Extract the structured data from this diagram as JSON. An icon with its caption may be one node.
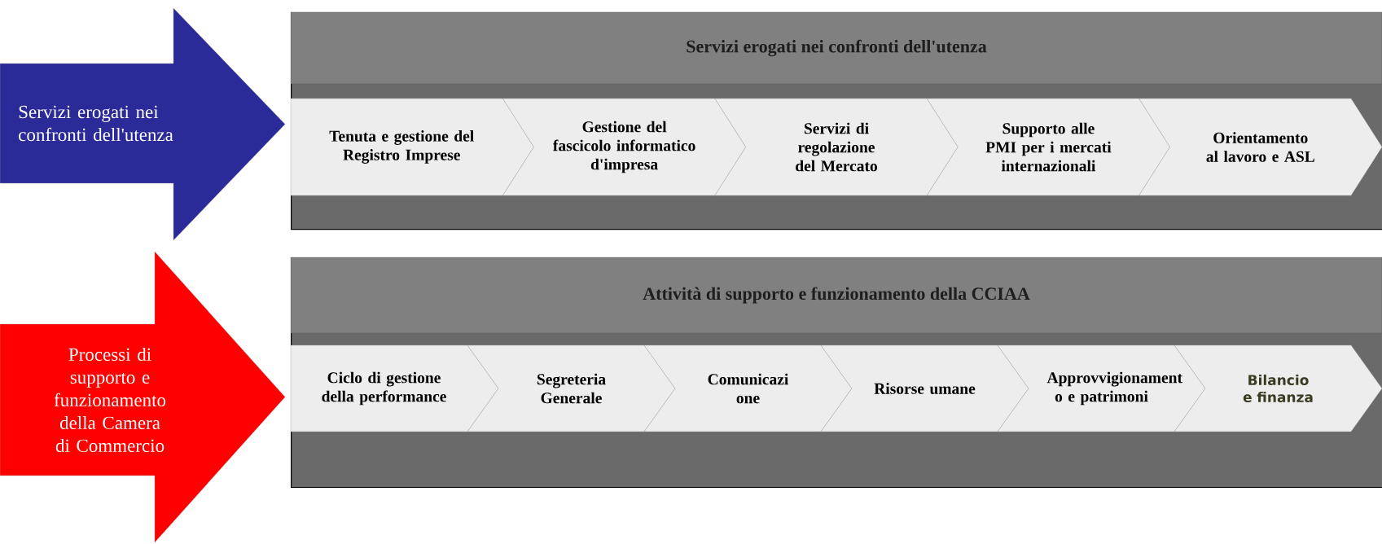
{
  "diagram": {
    "nodes": [
      {
        "text": [
          "Servizi erogati nei confronti dell'utenza"
        ]
      },
      {
        "text": [
          "Servizi erogati nei confronti dell'utenza"
        ]
      },
      {
        "text": [
          "Tenuta e gestione del Registro Imprese"
        ],
        "in": 1
      },
      {
        "text": [
          "Gestione del fascicolo informatico d'impresa"
        ],
        "in": 1
      },
      {
        "text": [
          "Servizi di regolazione del Mercato"
        ],
        "in": 1
      },
      {
        "text": [
          "Supporto alle PMI per  i mercati internazionali"
        ],
        "in": 1
      },
      {
        "text": [
          "Orientamento al lavoro e ASL"
        ],
        "in": 1
      },
      {
        "text": [
          "Processi di supporto e funzionamento della Camera di Commercio"
        ]
      },
      {
        "text": [
          "Attività di supporto e funzionamento della CCIAA"
        ]
      },
      {
        "text": [
          "Ciclo di gestione della performance"
        ],
        "in": 8
      },
      {
        "text": [
          "Segreteria Generale"
        ],
        "in": 8
      },
      {
        "text": [
          "Comunicazi one"
        ],
        "in": 8
      },
      {
        "text": [
          "Risorse umane"
        ],
        "in": 8
      },
      {
        "text": [
          "Approvvigionament o e patrimoni"
        ],
        "in": 8
      },
      {
        "text": [
          "Bilancio e finanza"
        ],
        "in": 8
      }
    ],
    "edges": []
  }
}
